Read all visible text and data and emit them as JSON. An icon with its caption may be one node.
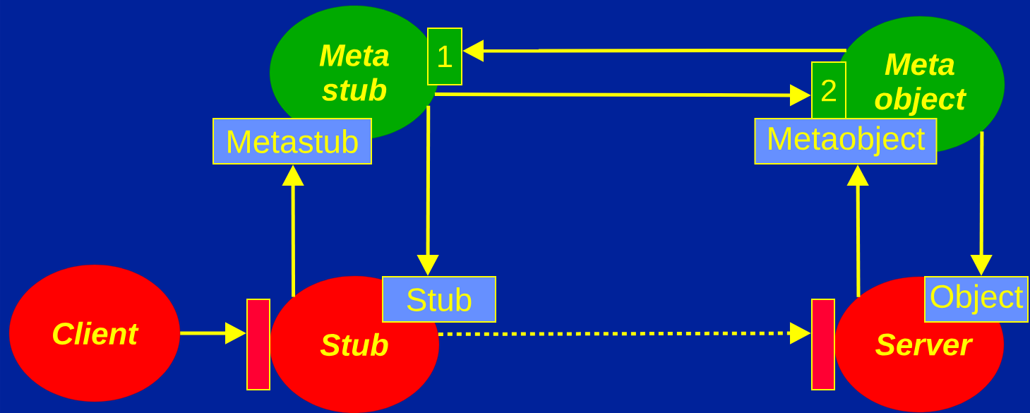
{
  "diagram": {
    "nodes": [
      {
        "text": [
          "Meta stub"
        ]
      },
      {
        "text": [
          "1"
        ]
      },
      {
        "text": [
          "Meta object"
        ]
      },
      {
        "text": [
          "2"
        ]
      },
      {
        "text": [
          "Metastub"
        ]
      },
      {
        "text": [
          "Metaobject"
        ]
      },
      {
        "text": [
          "Client"
        ]
      },
      {
        "text": [],
        "shape": "bar"
      },
      {
        "text": [
          "Stub"
        ]
      },
      {
        "text": [
          "Stub"
        ]
      },
      {
        "text": [],
        "shape": "bar"
      },
      {
        "text": [
          "Server"
        ]
      },
      {
        "text": [
          "Object"
        ]
      }
    ],
    "edges": [
      {
        "from": 2,
        "to": 1,
        "arrow": "to"
      },
      {
        "from": 0,
        "to": 3,
        "arrow": "to"
      },
      {
        "from": 0,
        "to": 9,
        "arrow": "to"
      },
      {
        "from": 8,
        "to": 4,
        "arrow": "to"
      },
      {
        "from": 6,
        "to": 7,
        "arrow": "to"
      },
      {
        "from": 8,
        "to": 10,
        "arrow": "to",
        "style": "dashed"
      },
      {
        "from": 11,
        "to": 5,
        "arrow": "to"
      },
      {
        "from": 2,
        "to": 12,
        "arrow": "to"
      }
    ]
  }
}
